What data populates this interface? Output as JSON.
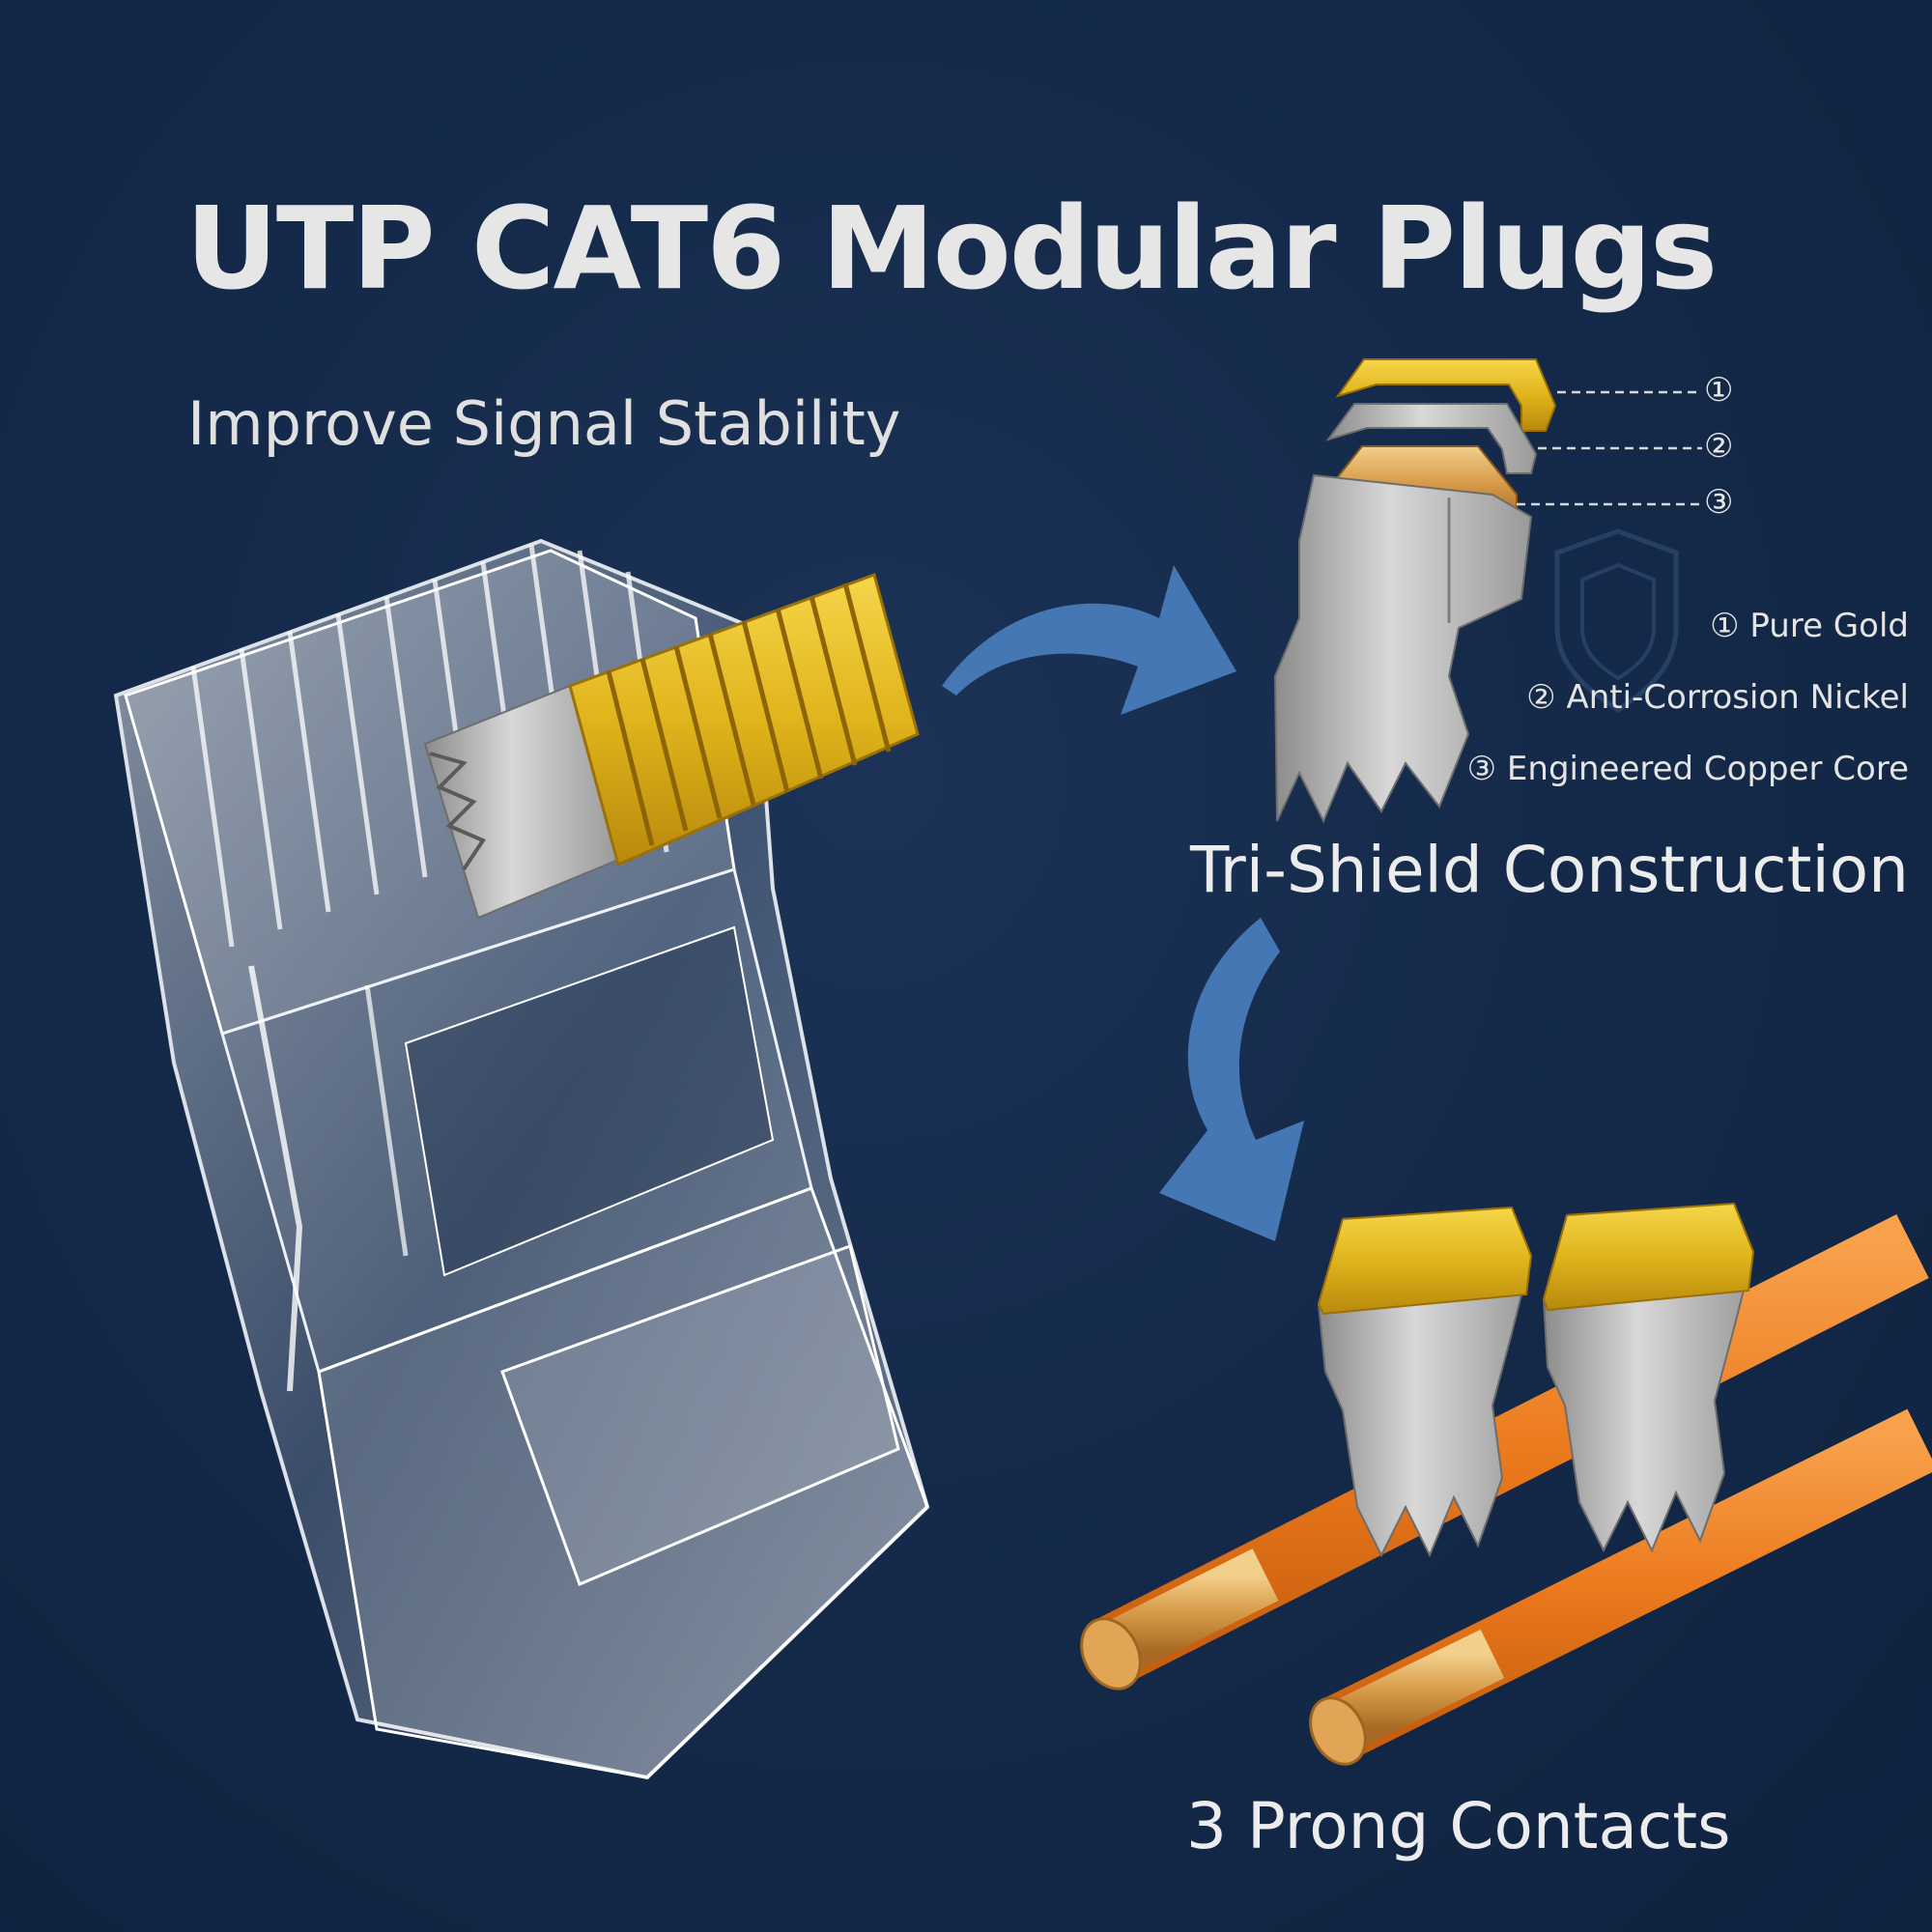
{
  "headline": "UTP CAT6 Modular Plugs",
  "subheadline": "Improve Signal Stability",
  "layers": {
    "markers": [
      "①",
      "②",
      "③"
    ],
    "legend": [
      "① Pure Gold",
      "② Anti-Corrosion Nickel",
      "③ Engineered Copper Core"
    ]
  },
  "construction_title": "Tri-Shield Construction",
  "contacts_title": "3 Prong Contacts",
  "colors": {
    "background": "#152a4a",
    "arrow": "#4a7fc0",
    "gold": "#e3b91f",
    "wire_orange": "#ec7a1e",
    "copper": "#d79a4a",
    "nickel": "#bdbdbd"
  },
  "icons": [
    "shield-icon",
    "arrow-curved-right-icon",
    "arrow-curved-down-icon"
  ]
}
